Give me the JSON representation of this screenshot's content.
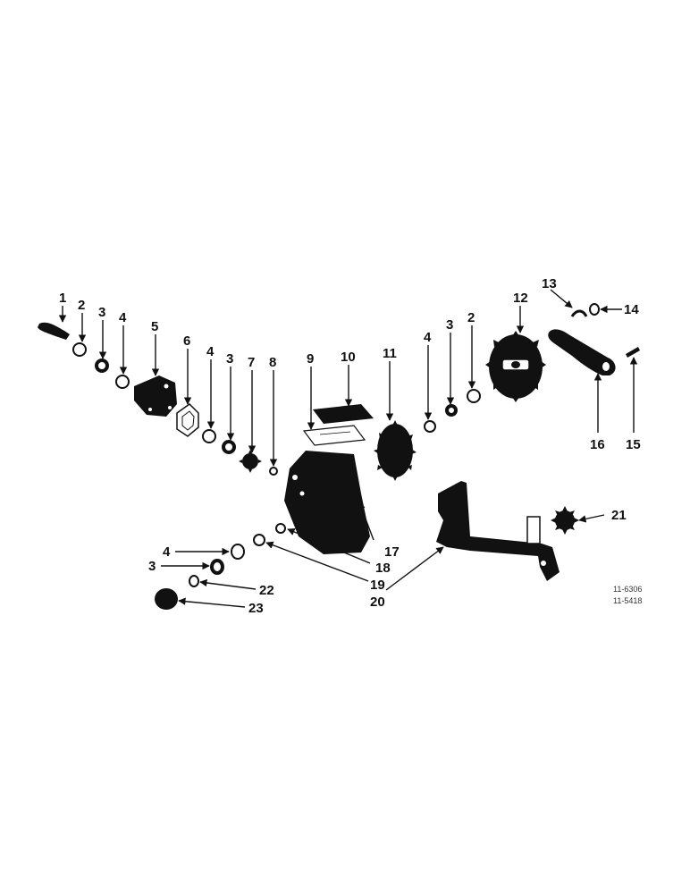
{
  "callouts": {
    "c1": "1",
    "c2a": "2",
    "c3a": "3",
    "c4a": "4",
    "c5": "5",
    "c6": "6",
    "c4b": "4",
    "c3b": "3",
    "c7": "7",
    "c8": "8",
    "c9": "9",
    "c10": "10",
    "c11": "11",
    "c4c": "4",
    "c3c": "3",
    "c2b": "2",
    "c12": "12",
    "c13": "13",
    "c14": "14",
    "c15": "15",
    "c16": "16",
    "c17": "17",
    "c18": "18",
    "c19": "19",
    "c20": "20",
    "c21": "21",
    "c4d": "4",
    "c3d": "3",
    "c22": "22",
    "c23": "23"
  },
  "codes": {
    "line1": "11-6306",
    "line2": "11-5418"
  },
  "colors": {
    "ink": "#111111",
    "paper": "#ffffff"
  }
}
